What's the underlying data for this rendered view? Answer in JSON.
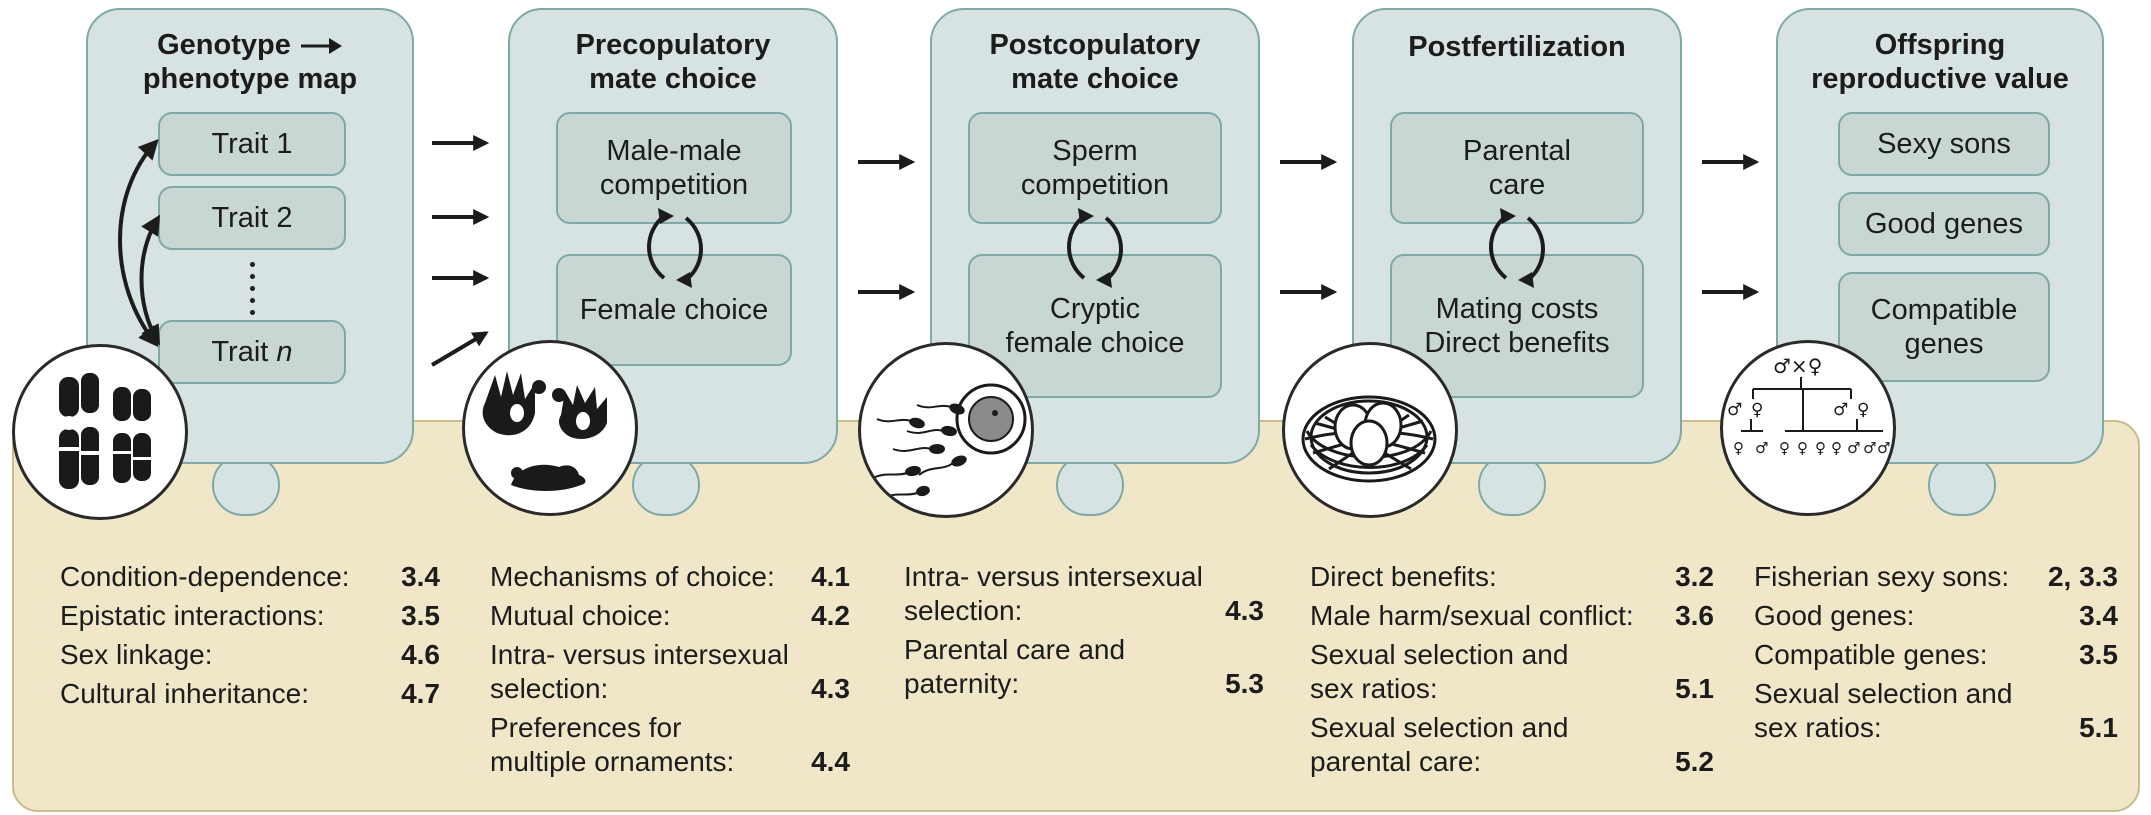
{
  "cards": [
    {
      "title_line1": "Genotype",
      "title_line2": "phenotype map",
      "traits": [
        "Trait 1",
        "Trait 2",
        "Trait"
      ],
      "trait_n_italic": "n",
      "icon": "chromosomes-icon"
    },
    {
      "title": "Precopulatory\nmate choice",
      "box_top": "Male-male\ncompetition",
      "box_bottom": "Female choice",
      "icon": "sage-grouse-icon"
    },
    {
      "title": "Postcopulatory\nmate choice",
      "box_top": "Sperm\ncompetition",
      "box_bottom": "Cryptic\nfemale choice",
      "icon": "sperm-egg-icon"
    },
    {
      "title": "Postfertilization",
      "box_top": "Parental\ncare",
      "box_bottom": "Mating costs\nDirect benefits",
      "icon": "bird-nest-icon"
    },
    {
      "title": "Offspring\nreproductive value",
      "boxes": [
        "Sexy sons",
        "Good genes",
        "Compatible\ngenes"
      ],
      "icon": "pedigree-icon"
    }
  ],
  "pedigree_symbols": {
    "parents": "♂×♀",
    "male": "♂",
    "female": "♀"
  },
  "references": [
    [
      {
        "label": "Condition-dependence:",
        "section": "3.4"
      },
      {
        "label": "Epistatic interactions:",
        "section": "3.5"
      },
      {
        "label": "Sex linkage:",
        "section": "4.6"
      },
      {
        "label": "Cultural inheritance:",
        "section": "4.7"
      }
    ],
    [
      {
        "label": "Mechanisms of choice:",
        "section": "4.1"
      },
      {
        "label": "Mutual choice:",
        "section": "4.2"
      },
      {
        "label": "Intra- versus intersexual\nselection:",
        "section": "4.3"
      },
      {
        "label": "Preferences for\nmultiple ornaments:",
        "section": "4.4"
      }
    ],
    [
      {
        "label": "Intra- versus intersexual\nselection:",
        "section": "4.3"
      },
      {
        "label": "Parental care and\npaternity:",
        "section": "5.3"
      }
    ],
    [
      {
        "label": "Direct benefits:",
        "section": "3.2"
      },
      {
        "label": "Male harm/sexual conflict:",
        "section": "3.6"
      },
      {
        "label": "Sexual selection and\nsex ratios:",
        "section": "5.1"
      },
      {
        "label": "Sexual selection and\nparental care:",
        "section": "5.2"
      }
    ],
    [
      {
        "label": "Fisherian sexy sons:",
        "section": "2, 3.3"
      },
      {
        "label": "Good genes:",
        "section": "3.4"
      },
      {
        "label": "Compatible genes:",
        "section": "3.5"
      },
      {
        "label": "Sexual selection and\nsex ratios:",
        "section": "5.1"
      }
    ]
  ],
  "colors": {
    "card_fill": "#d7e3e2",
    "card_border": "#7ea9a6",
    "box_fill": "#c8d6d4",
    "panel_fill": "#efe7c8",
    "ink": "#1c1c1c"
  }
}
